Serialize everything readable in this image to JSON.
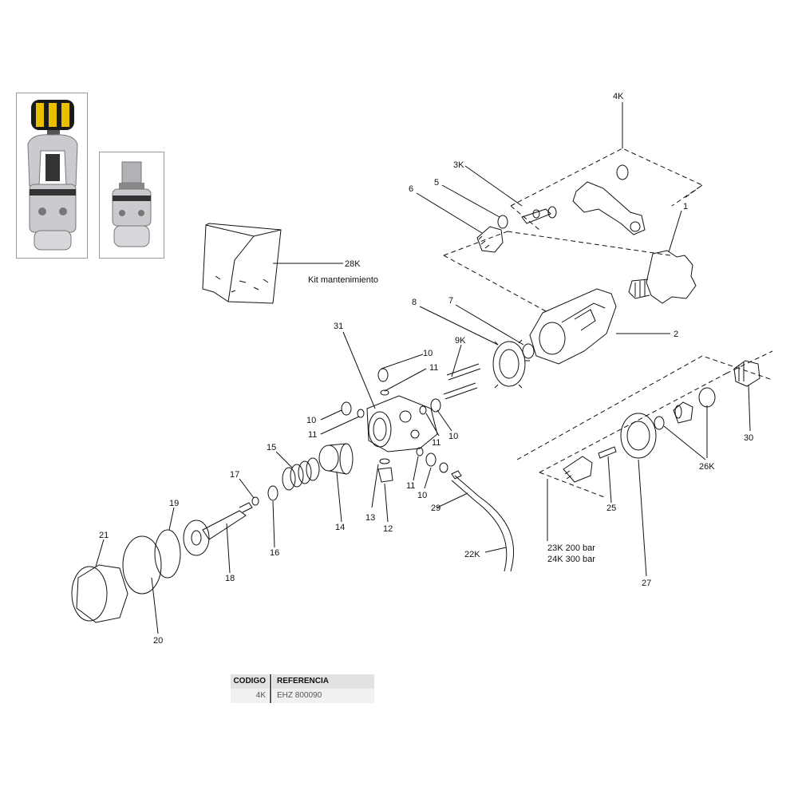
{
  "kit_label": "Kit mantenimiento",
  "part_numbers": {
    "p1": "1",
    "p2": "2",
    "p3k": "3K",
    "p4k": "4K",
    "p5": "5",
    "p6": "6",
    "p7": "7",
    "p8": "8",
    "p9k": "9K",
    "p10a": "10",
    "p10b": "10",
    "p10c": "10",
    "p10d": "10",
    "p11a": "11",
    "p11b": "11",
    "p11c": "11",
    "p11d": "11",
    "p12": "12",
    "p13": "13",
    "p14": "14",
    "p15": "15",
    "p16": "16",
    "p17": "17",
    "p18": "18",
    "p19": "19",
    "p20": "20",
    "p21": "21",
    "p22k": "22K",
    "p23k": "23K 200 bar",
    "p24k": "24K 300 bar",
    "p25": "25",
    "p26k": "26K",
    "p27": "27",
    "p28k": "28K",
    "p29": "29",
    "p30": "30",
    "p31": "31"
  },
  "table": {
    "header_code": "CODIGO",
    "header_ref": "REFERENCIA",
    "code": "4K",
    "reference": "EHZ 800090"
  },
  "colors": {
    "line": "#111111",
    "photo_silver": "#c9cbcf",
    "photo_black": "#1a1a1a",
    "photo_yellow": "#e8c000"
  }
}
